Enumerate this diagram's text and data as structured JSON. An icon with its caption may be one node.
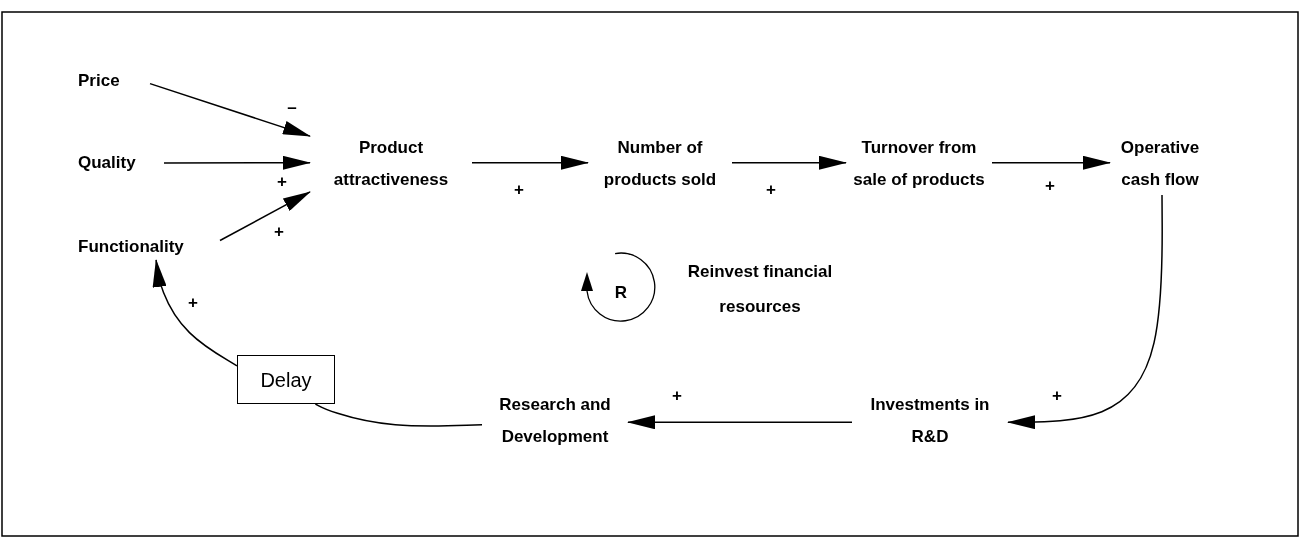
{
  "diagram": {
    "nodes": [
      {
        "text": [
          "Price"
        ]
      },
      {
        "text": [
          "Quality"
        ]
      },
      {
        "text": [
          "Functionality"
        ]
      },
      {
        "text": [
          "Product attractiveness"
        ]
      },
      {
        "text": [
          "Number of products sold"
        ]
      },
      {
        "text": [
          "Turnover from sale of products"
        ]
      },
      {
        "text": [
          "Operative cash flow"
        ]
      },
      {
        "text": [
          "Investments in R&D"
        ]
      },
      {
        "text": [
          "Research and Development"
        ]
      },
      {
        "text": [
          "Delay"
        ]
      }
    ],
    "edges": [
      {
        "from": 0,
        "to": 3,
        "arrow": "to",
        "label": "–"
      },
      {
        "from": 1,
        "to": 3,
        "arrow": "to",
        "label": "+"
      },
      {
        "from": 2,
        "to": 3,
        "arrow": "to",
        "label": "+"
      },
      {
        "from": 3,
        "to": 4,
        "arrow": "to",
        "label": "+"
      },
      {
        "from": 4,
        "to": 5,
        "arrow": "to",
        "label": "+"
      },
      {
        "from": 5,
        "to": 6,
        "arrow": "to",
        "label": "+"
      },
      {
        "from": 6,
        "to": 7,
        "arrow": "to",
        "label": "+"
      },
      {
        "from": 7,
        "to": 8,
        "arrow": "to",
        "label": "+"
      },
      {
        "from": 8,
        "to": 9,
        "arrow": "none"
      },
      {
        "from": 9,
        "to": 2,
        "arrow": "to",
        "label": "+"
      }
    ],
    "labels": [
      "R",
      "Reinvest financial resources"
    ]
  }
}
